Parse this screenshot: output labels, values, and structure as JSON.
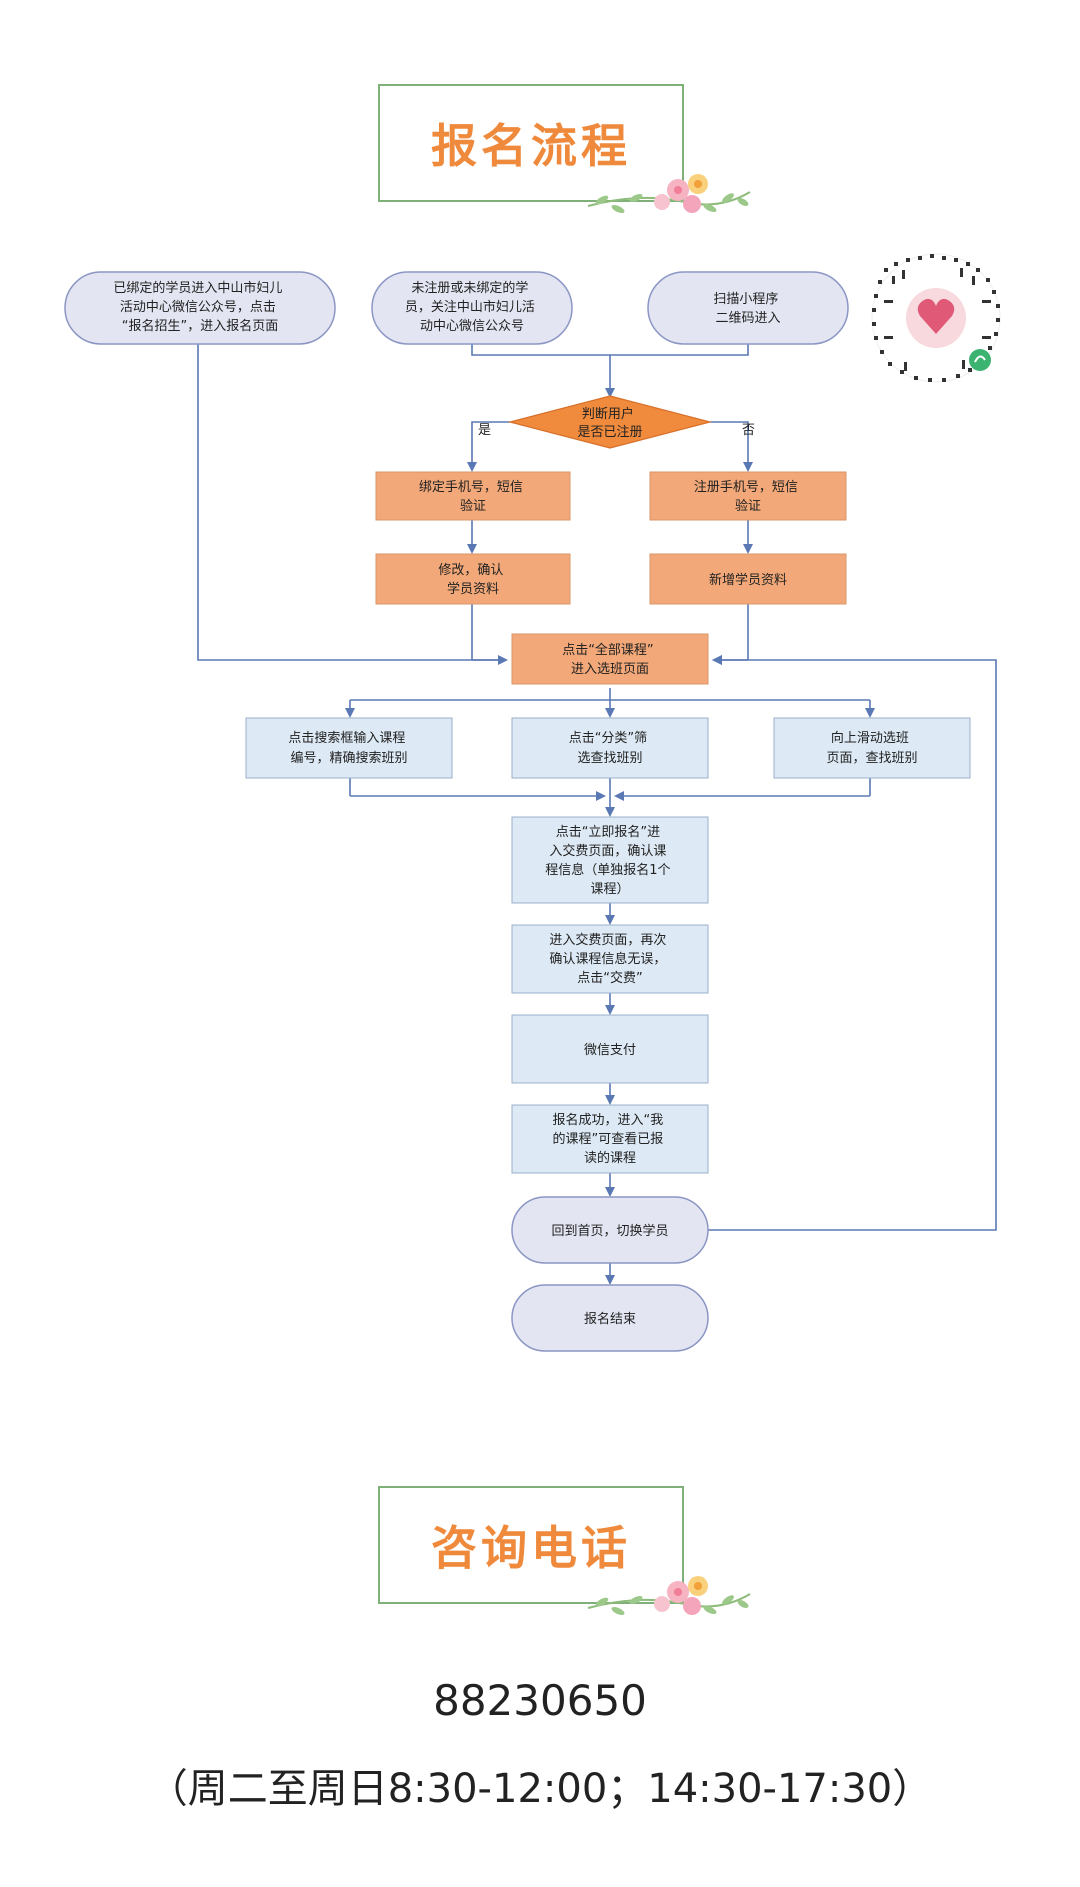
{
  "section1": {
    "title": "报名流程"
  },
  "flow": {
    "starts": [
      [
        "已绑定的学员进入中山市妇儿",
        "活动中心微信公众号，点击",
        "“报名招生”，进入报名页面"
      ],
      [
        "未注册或未绑定的学",
        "员，关注中山市妇儿活",
        "动中心微信公众号"
      ],
      [
        "扫描小程序",
        "二维码进入"
      ]
    ],
    "decision": [
      "判断用户",
      "是否已注册"
    ],
    "yes": "是",
    "no": "否",
    "left_branch": [
      [
        "绑定手机号，短信",
        "验证"
      ],
      [
        "修改，确认",
        "学员资料"
      ]
    ],
    "right_branch": [
      [
        "注册手机号，短信",
        "验证"
      ],
      [
        "新增学员资料"
      ]
    ],
    "all_courses": [
      "点击“全部课程”",
      "进入选班页面"
    ],
    "options": [
      [
        "点击搜索框输入课程",
        "编号，精确搜索班别"
      ],
      [
        "点击“分类”筛",
        "选查找班别"
      ],
      [
        "向上滑动选班",
        "页面，查找班别"
      ]
    ],
    "steps": [
      [
        "点击“立即报名”进",
        "入交费页面，确认课",
        "程信息（单独报名1个",
        "课程）"
      ],
      [
        "进入交费页面，再次",
        "确认课程信息无误，",
        "点击“交费”"
      ],
      [
        "微信支付"
      ],
      [
        "报名成功，进入“我",
        "的课程”可查看已报",
        "读的课程"
      ]
    ],
    "home": [
      "回到首页，切换学员"
    ],
    "end": [
      "报名结束"
    ]
  },
  "section2": {
    "title": "咨询电话"
  },
  "contact": {
    "phone": "88230650",
    "hours": "（周二至周日8:30-12:00；14:30-17:30）"
  },
  "colors": {
    "title_orange": "#ef8a3c",
    "title_border": "#7fb07a",
    "oval_fill": "#e3e6f2",
    "oval_stroke": "#8c96c4",
    "orange_fill": "#f2a878",
    "blue_fill": "#dde9f4",
    "decision_fill": "#f08a3c",
    "line": "#5a78b4"
  },
  "icons": {
    "qr": "mini-program-qr-code",
    "flower": "flower-decoration-icon"
  }
}
